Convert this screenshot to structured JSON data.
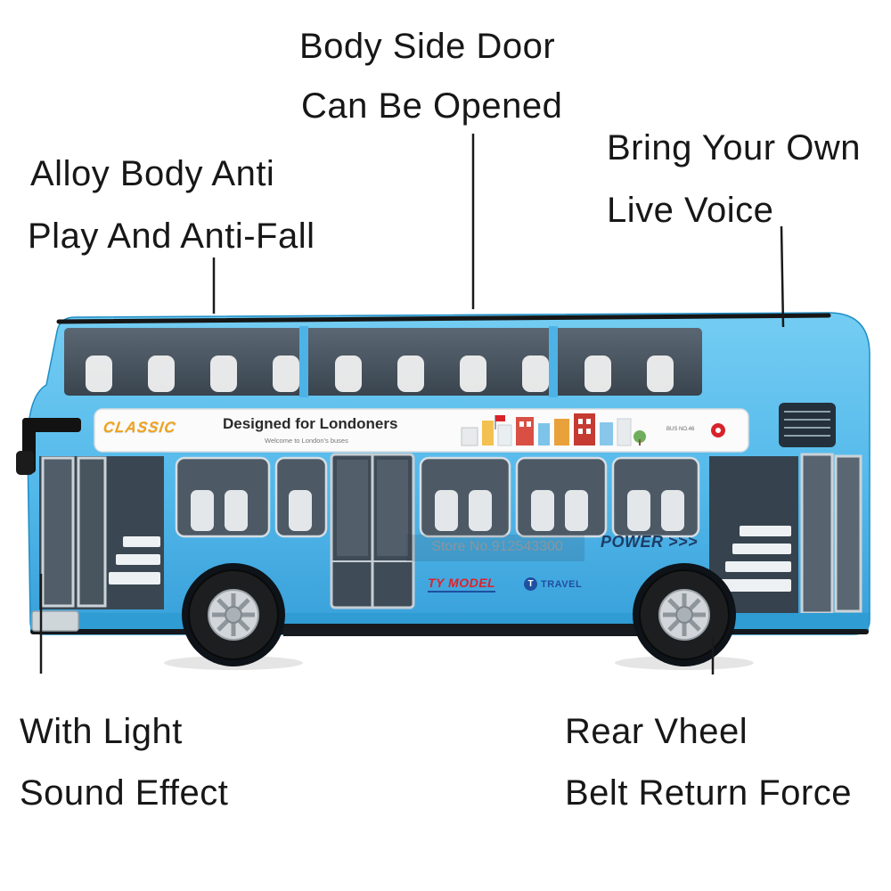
{
  "annotations": {
    "top": {
      "l1": "Body Side Door",
      "l2": "Can Be Opened"
    },
    "top_right": {
      "l1": "Bring Your Own",
      "l2": "Live Voice"
    },
    "left": {
      "l1": "Alloy Body Anti",
      "l2": "Play And Anti-Fall"
    },
    "bottom_left": {
      "l1": "With Light",
      "l2": "Sound Effect"
    },
    "bottom_right": {
      "l1": "Rear Vheel",
      "l2": "Belt Return Force"
    }
  },
  "bus": {
    "brand_script": "CLASSIC",
    "banner_title": "Designed for Londoners",
    "banner_subtitle": "Welcome to London's buses",
    "banner_code": "BUS NO.46",
    "watermark": "Store No.912543300",
    "power_label": "POWER >>>",
    "ty_logo": "TY MODEL",
    "travel_icon_letter": "T",
    "travel_logo": "TRAVEL",
    "colors": {
      "body_blue": "#55bbec",
      "body_blue_dark": "#2f9cd4",
      "window_glass": "#46535f",
      "banner_white": "#fbfbfb",
      "classic_orange": "#f0a31e",
      "power_navy": "#1d3d66",
      "tire_black": "#1c1e20",
      "hub_silver": "#d2d6da"
    }
  }
}
